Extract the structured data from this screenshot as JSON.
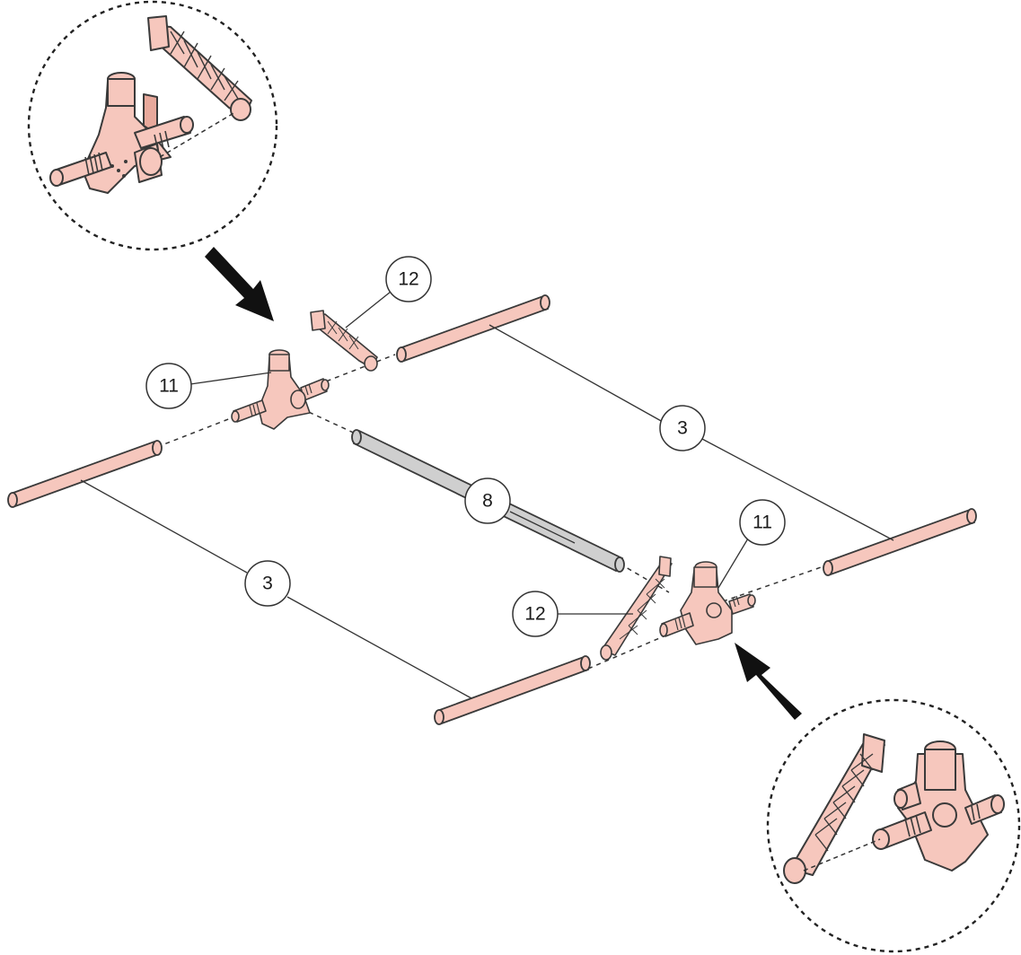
{
  "diagram": {
    "callouts": [
      {
        "label": "12",
        "part": "arm-top"
      },
      {
        "label": "11",
        "part": "hub-top"
      },
      {
        "label": "3",
        "part": "tube-top-right"
      },
      {
        "label": "8",
        "part": "grey-tube"
      },
      {
        "label": "11",
        "part": "hub-bottom"
      },
      {
        "label": "3",
        "part": "tube-left"
      },
      {
        "label": "12",
        "part": "arm-bottom"
      }
    ],
    "colors": {
      "part_fill": "#f6c7bd",
      "part_stroke": "#3a3a3a",
      "grey_part_fill": "#cfcfcf",
      "callout_stroke": "#333333",
      "arrow_fill": "#111111"
    }
  }
}
